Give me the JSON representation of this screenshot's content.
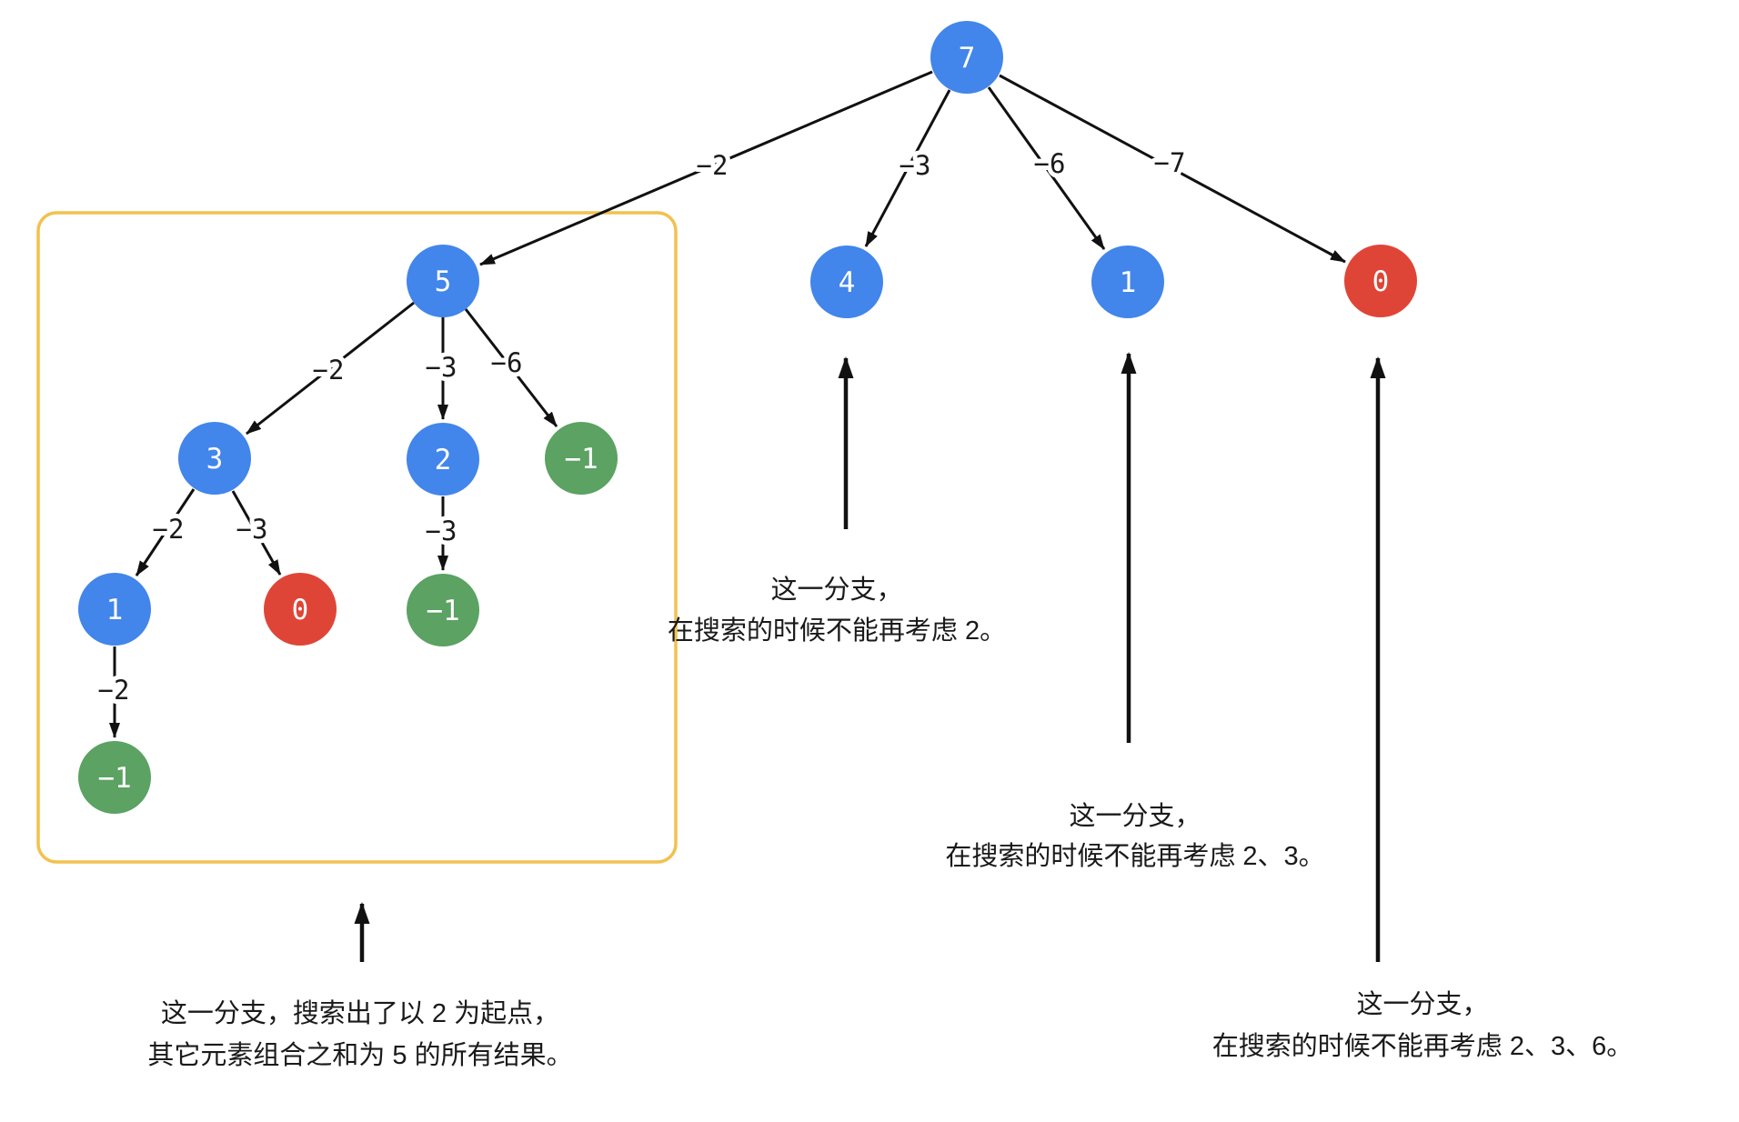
{
  "palette": {
    "node_blue": "#4285EB",
    "node_red": "#DF4537",
    "node_green": "#5BA263",
    "box_yellow": "#F2C14E",
    "line_black": "#111111",
    "text_black": "#1A1A1A"
  },
  "nodes": {
    "root": "7",
    "l2_5": "5",
    "l2_4": "4",
    "l2_1": "1",
    "l2_0": "0",
    "l3_3": "3",
    "l3_2": "2",
    "l3_neg1": "−1",
    "l4_1": "1",
    "l4_0": "0",
    "l4_neg1": "−1",
    "l5_neg1": "−1"
  },
  "edge_labels": {
    "e_7_5": "−2",
    "e_7_4": "−3",
    "e_7_1": "−6",
    "e_7_0": "−7",
    "e_5_3": "−2",
    "e_5_2": "−3",
    "e_5_neg1": "−6",
    "e_3_1": "−2",
    "e_3_0": "−3",
    "e_2_neg1": "−3",
    "e_1_neg1": "−2"
  },
  "annotations": {
    "box_note": {
      "line1": "这一分支，搜索出了以 2 为起点，",
      "line2": "其它元素组合之和为 5 的所有结果。"
    },
    "exclude_2": {
      "line1": "这一分支，",
      "line2": "在搜索的时候不能再考虑 2。"
    },
    "exclude_2_3": {
      "line1": "这一分支，",
      "line2": "在搜索的时候不能再考虑 2、3。"
    },
    "exclude_2_3_6": {
      "line1": "这一分支，",
      "line2": "在搜索的时候不能再考虑 2、3、6。"
    }
  }
}
